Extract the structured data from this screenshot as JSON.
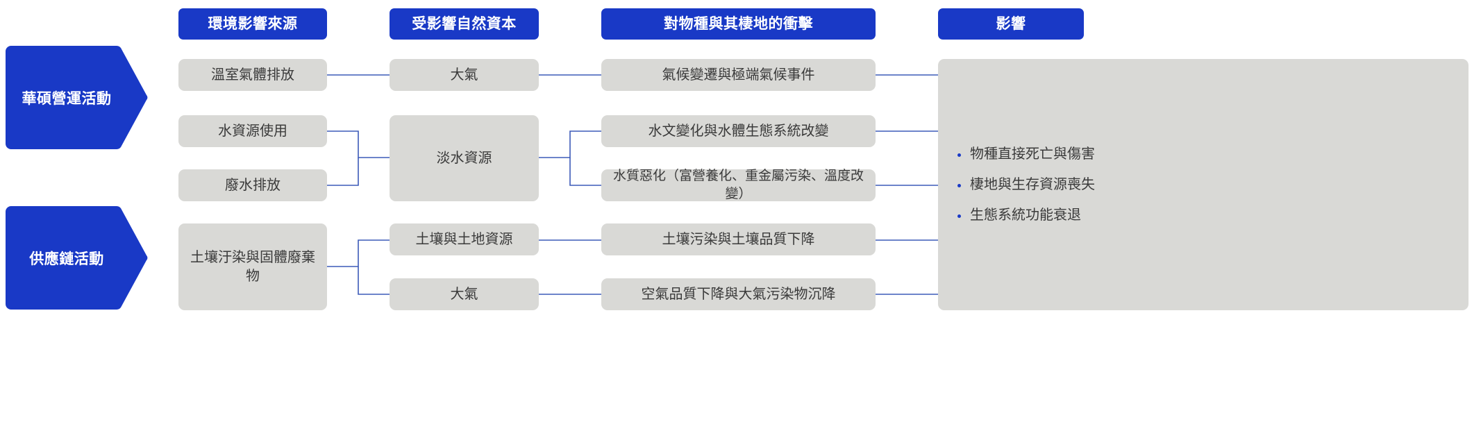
{
  "theme": {
    "accent": "#1939c6",
    "box_fill": "#d9d9d6",
    "box_text": "#3a3a3a",
    "connector": "#3c5ab8",
    "background": "#ffffff"
  },
  "column_headers": [
    {
      "label": "環境影響來源"
    },
    {
      "label": "受影響自然資本"
    },
    {
      "label": "對物種與其棲地的衝擊"
    },
    {
      "label": "影響"
    }
  ],
  "drivers": [
    {
      "label": "華碩營運活動"
    },
    {
      "label": "供應鏈活動"
    }
  ],
  "sources": [
    {
      "label": "溫室氣體排放"
    },
    {
      "label": "水資源使用"
    },
    {
      "label": "廢水排放"
    },
    {
      "label": "土壤汙染與固體廢棄物"
    }
  ],
  "capitals": [
    {
      "label": "大氣"
    },
    {
      "label": "淡水資源"
    },
    {
      "label": "土壤與土地資源"
    },
    {
      "label": "大氣"
    }
  ],
  "species_impacts": [
    {
      "label": "氣候變遷與極端氣候事件"
    },
    {
      "label": "水文變化與水體生態系統改變"
    },
    {
      "label": "水質惡化（富營養化、重金屬污染、溫度改變）"
    },
    {
      "label": "土壤污染與土壤品質下降"
    },
    {
      "label": "空氣品質下降與大氣污染物沉降"
    }
  ],
  "outcomes": [
    {
      "label": "物種直接死亡與傷害"
    },
    {
      "label": "棲地與生存資源喪失"
    },
    {
      "label": "生態系統功能衰退"
    }
  ]
}
